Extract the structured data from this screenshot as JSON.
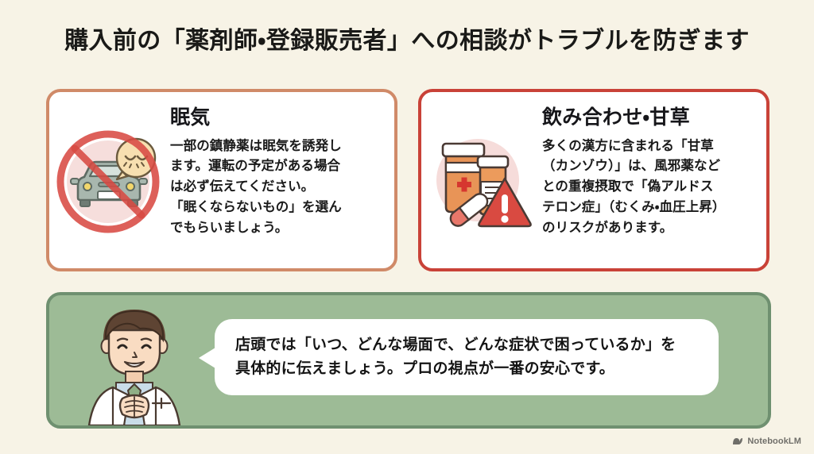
{
  "page": {
    "title": "購入前の「薬剤師・登録販売者」への相談がトラブルを防ぎます",
    "background_color": "#F7F3E6"
  },
  "cards": [
    {
      "id": "drowsiness",
      "title": "眠気",
      "text": "一部の鎮静薬は眠気を誘発し\nます。運転の予定がある場合\nは必ず伝えてください。\n「眠くならないもの」を選ん\nでもらいましょう。",
      "border_color": "#D08A68",
      "icon": "no-driving-sleepy-icon"
    },
    {
      "id": "interaction-licorice",
      "title": "飲み合わせ・甘草",
      "text": "多くの漢方に含まれる「甘草\n（カンゾウ）」は、風邪薬など\nとの重複摂取で「偽アルドス\nテロン症」（むくみ・血圧上昇）\nのリスクがあります。",
      "border_color": "#C94238",
      "icon": "medicine-bottles-warning-icon"
    }
  ],
  "advice": {
    "bubble_text": "店頭では「いつ、どんな場面で、どんな症状で困っているか」を\n具体的に伝えましょう。プロの視点が一番の安心です。",
    "panel_color": "#9DBB96",
    "panel_border_color": "#6F9070",
    "character": "pharmacist-illustration"
  },
  "watermark": {
    "label": "NotebookLM",
    "icon": "notebooklm-logo-icon"
  }
}
